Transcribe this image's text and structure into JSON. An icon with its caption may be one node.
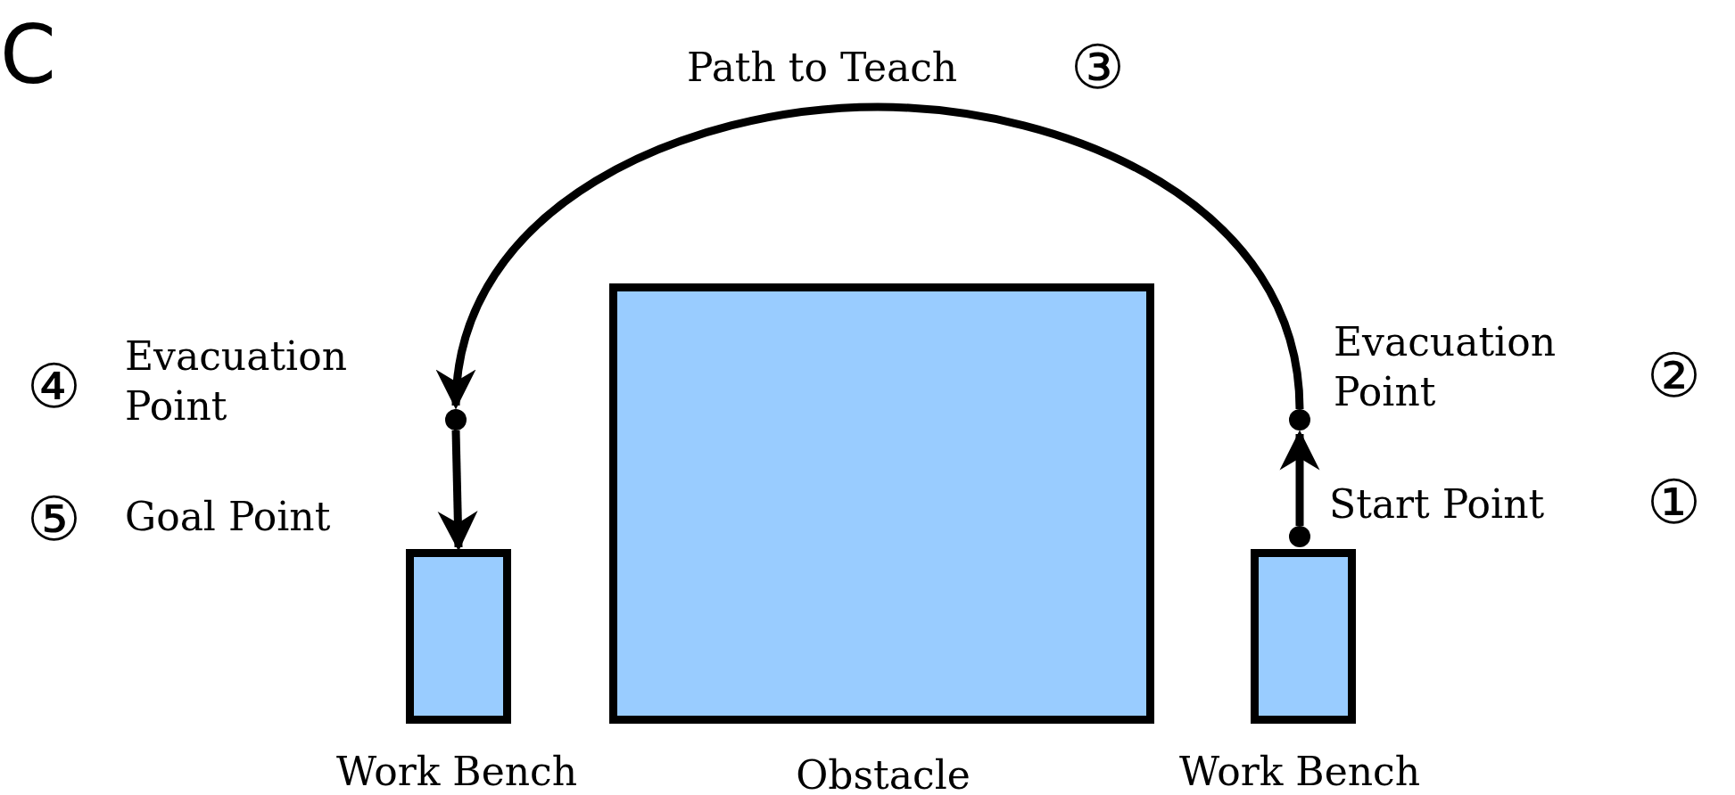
{
  "diagram": {
    "nodes": [
      {
        "text": [
          "Work Bench"
        ]
      },
      {
        "text": [
          "Obstacle"
        ]
      },
      {
        "text": [
          "Work Bench"
        ]
      },
      {
        "text": [
          "Start Point"
        ]
      },
      {
        "text": [
          "Evacuation Point"
        ]
      },
      {
        "text": [
          "Evacuation Point"
        ]
      }
    ],
    "edges": [
      {
        "from": 3,
        "to": 4,
        "arrow": "to"
      },
      {
        "from": 4,
        "to": 5,
        "arrow": "to",
        "label": "Path to Teach"
      },
      {
        "from": 5,
        "to": 0,
        "arrow": "to"
      }
    ],
    "labels": [
      "C",
      "③",
      "④",
      "②",
      "⑤",
      "Goal Point",
      "①"
    ]
  }
}
